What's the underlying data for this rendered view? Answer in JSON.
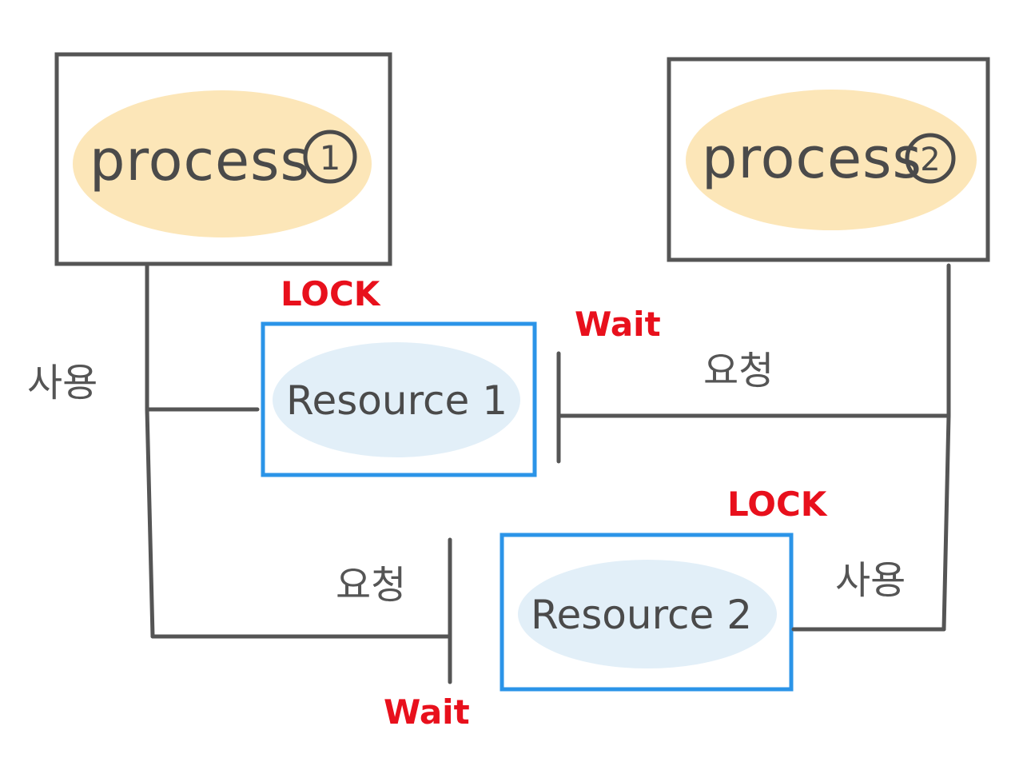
{
  "process1": {
    "label": "process",
    "number": "1"
  },
  "process2": {
    "label": "process",
    "number": "2"
  },
  "resource1": {
    "label": "Resource 1"
  },
  "resource2": {
    "label": "Resource 2"
  },
  "lock_resource1": "LOCK",
  "lock_resource2": "LOCK",
  "wait_resource1": "Wait",
  "wait_resource2": "Wait",
  "use_process1": "사용",
  "use_process2": "사용",
  "request_process2": "요청",
  "request_process1": "요청",
  "colors": {
    "line": "#555555",
    "process_fill": "#fce6b8",
    "resource_border": "#2b94e8",
    "resource_fill": "#e2eff8",
    "red": "#e8101c"
  }
}
